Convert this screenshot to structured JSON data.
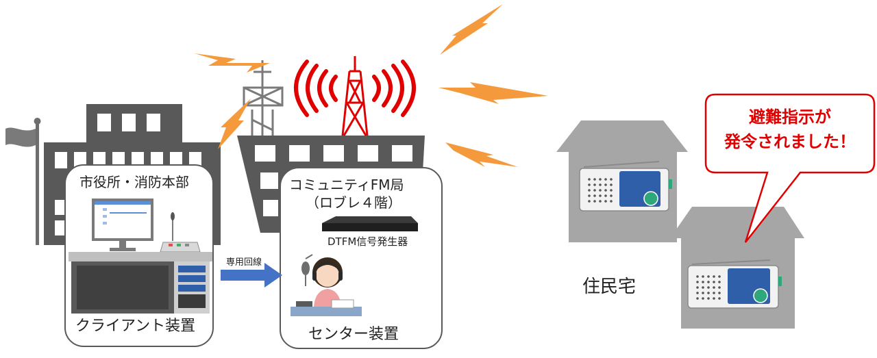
{
  "labels": {
    "city_hall": "市役所・消防本部",
    "fm_station_line1": "コミュニティFM局",
    "fm_station_line2": "（ロブレ４階）",
    "dtfm_generator": "DTFM信号発生器",
    "dedicated_line": "専用回線",
    "client_device": "クライアント装置",
    "center_device": "センター装置",
    "residence": "住民宅"
  },
  "bubble": {
    "line1": "避難指示が",
    "line2": "発令されました！"
  },
  "colors": {
    "building": "#595959",
    "window": "#ffffff",
    "house": "#a6a6a6",
    "lightning": "#f59a3c",
    "radio_wave": "#e00000",
    "tower": "#e00000",
    "arrow": "#4472c4",
    "bubble_border": "#e00000",
    "box_border": "#595959"
  }
}
